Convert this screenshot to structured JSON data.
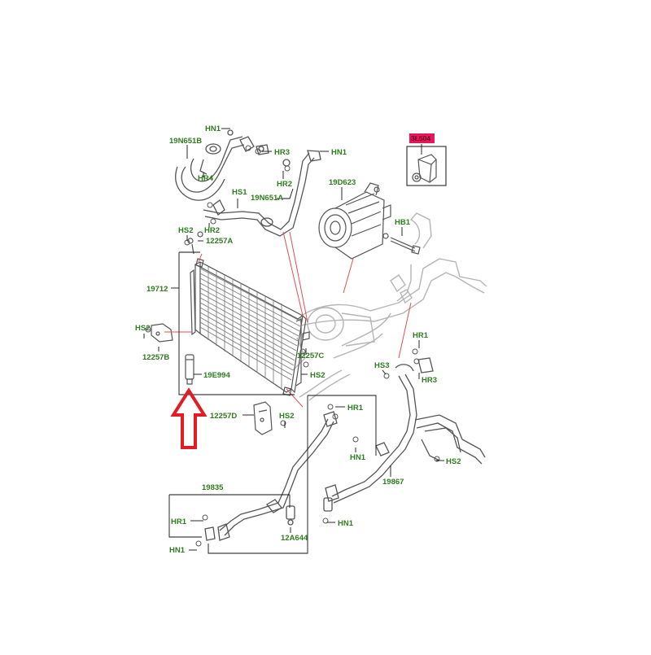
{
  "colors": {
    "label": "#2e7d1f",
    "leader": "#111111",
    "line_drawing": "#555555",
    "ghost": "#aaaaaa",
    "callout_red": "#e05050",
    "arrow_red": "#e31b23",
    "highlight_box": "#e8155a"
  },
  "labels": {
    "hn1_top": "HN1",
    "p19N651B": "19N651B",
    "hr3_top": "HR3",
    "hn1_top_right": "HN1",
    "hr4": "HR4",
    "hr2_mid": "HR2",
    "hs1": "HS1",
    "p19N651A": "19N651A",
    "hr2_low": "HR2",
    "hs2_top": "HS2",
    "p12257A": "12257A",
    "p19D623": "19D623",
    "hb1": "HB1",
    "p19712": "19712",
    "hs2_left": "HS2",
    "p12257B": "12257B",
    "p19E994": "19E994",
    "p12257C": "12257C",
    "hs2_mid": "HS2",
    "hr1_right": "HR1",
    "hs3": "HS3",
    "hr3_right": "HR3",
    "hr1_mid": "HR1",
    "p12257D": "12257D",
    "hs2_low": "HS2",
    "hn1_mid": "HN1",
    "p19867": "19867",
    "hs2_right": "HS2",
    "p19835": "19835",
    "hr1_left": "HR1",
    "p12A644": "12A644",
    "hn1_low": "HN1",
    "hn1_bottom_left": "HN1",
    "inset_part": "3L504"
  }
}
